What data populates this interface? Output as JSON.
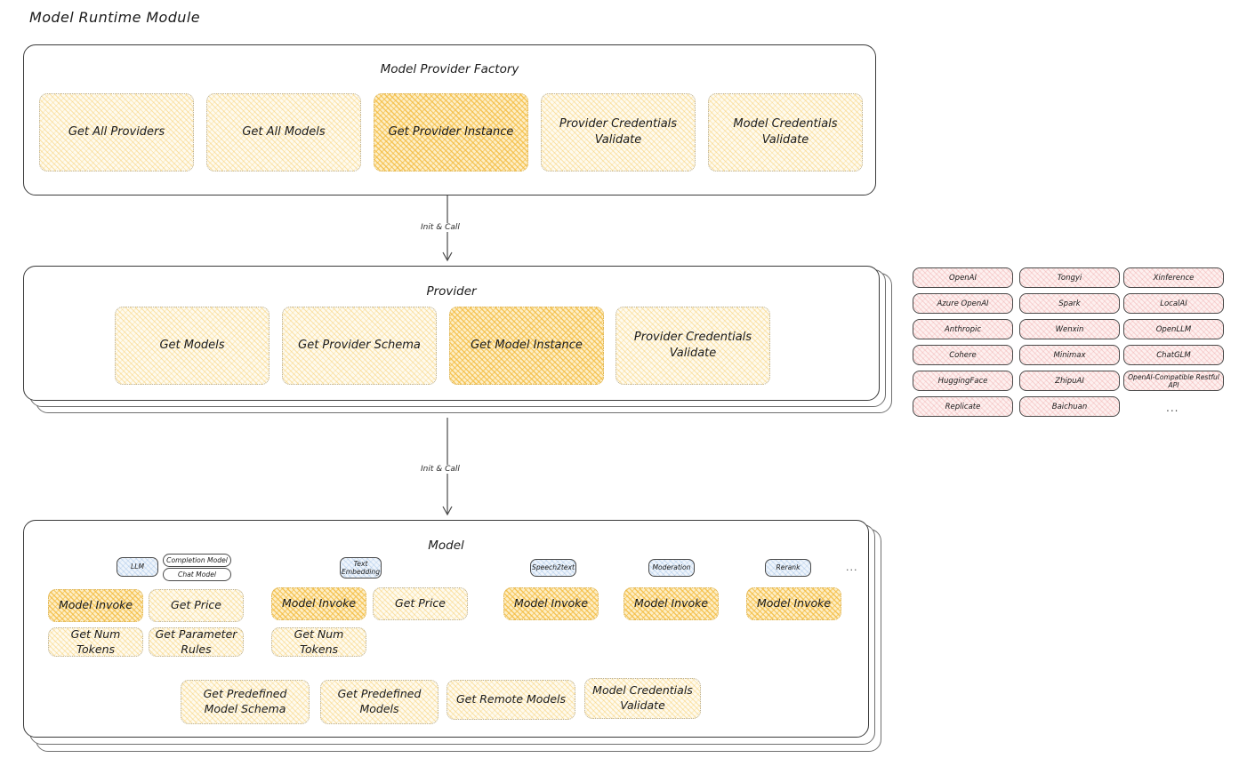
{
  "title": "Model Runtime Module",
  "sections": {
    "factory": {
      "title": "Model Provider Factory",
      "ops": [
        {
          "label": "Get All Providers",
          "highlight": false
        },
        {
          "label": "Get All Models",
          "highlight": false
        },
        {
          "label": "Get Provider Instance",
          "highlight": true
        },
        {
          "label": "Provider Credentials Validate",
          "highlight": false
        },
        {
          "label": "Model Credentials Validate",
          "highlight": false
        }
      ]
    },
    "provider": {
      "title": "Provider",
      "ops": [
        {
          "label": "Get Models",
          "highlight": false
        },
        {
          "label": "Get Provider Schema",
          "highlight": false
        },
        {
          "label": "Get Model Instance",
          "highlight": true
        },
        {
          "label": "Provider Credentials Validate",
          "highlight": false
        }
      ]
    },
    "model": {
      "title": "Model",
      "types": [
        {
          "name": "LLM",
          "subtypes": [
            "Completion Model",
            "Chat Model"
          ]
        },
        {
          "name": "Text Embedding",
          "subtypes": []
        },
        {
          "name": "Speech2text",
          "subtypes": []
        },
        {
          "name": "Moderation",
          "subtypes": []
        },
        {
          "name": "Rerank",
          "subtypes": []
        }
      ],
      "more": "...",
      "columns": [
        {
          "ops": [
            {
              "label": "Model Invoke",
              "highlight": true
            },
            {
              "label": "Get Price",
              "highlight": false
            },
            {
              "label": "Get Num Tokens",
              "highlight": false
            },
            {
              "label": "Get Parameter Rules",
              "highlight": false
            }
          ]
        },
        {
          "ops": [
            {
              "label": "Model Invoke",
              "highlight": true
            },
            {
              "label": "Get Price",
              "highlight": false
            },
            {
              "label": "Get Num Tokens",
              "highlight": false
            }
          ]
        },
        {
          "ops": [
            {
              "label": "Model Invoke",
              "highlight": true
            }
          ]
        },
        {
          "ops": [
            {
              "label": "Model Invoke",
              "highlight": true
            }
          ]
        },
        {
          "ops": [
            {
              "label": "Model Invoke",
              "highlight": true
            }
          ]
        }
      ],
      "common_ops": [
        {
          "label": "Get Predefined Model Schema"
        },
        {
          "label": "Get Predefined Models"
        },
        {
          "label": "Get Remote Models"
        },
        {
          "label": "Model Credentials Validate"
        }
      ]
    }
  },
  "connectors": [
    {
      "label": "Init & Call"
    },
    {
      "label": "Init & Call"
    }
  ],
  "provider_list": {
    "columns": [
      [
        "OpenAI",
        "Azure OpenAI",
        "Anthropic",
        "Cohere",
        "HuggingFace",
        "Replicate"
      ],
      [
        "Tongyi",
        "Spark",
        "Wenxin",
        "Minimax",
        "ZhipuAI",
        "Baichuan"
      ],
      [
        "Xinference",
        "LocalAI",
        "OpenLLM",
        "ChatGLM",
        "OpenAI-Compatible Restful API"
      ]
    ],
    "more": "..."
  },
  "colors": {
    "accent_amber": "#f7cd6e",
    "accent_amber_strong": "#f3ba3c",
    "accent_pink": "#ec9696",
    "accent_blue": "#7daadc",
    "stroke": "#3a3a3a",
    "background": "#ffffff"
  }
}
